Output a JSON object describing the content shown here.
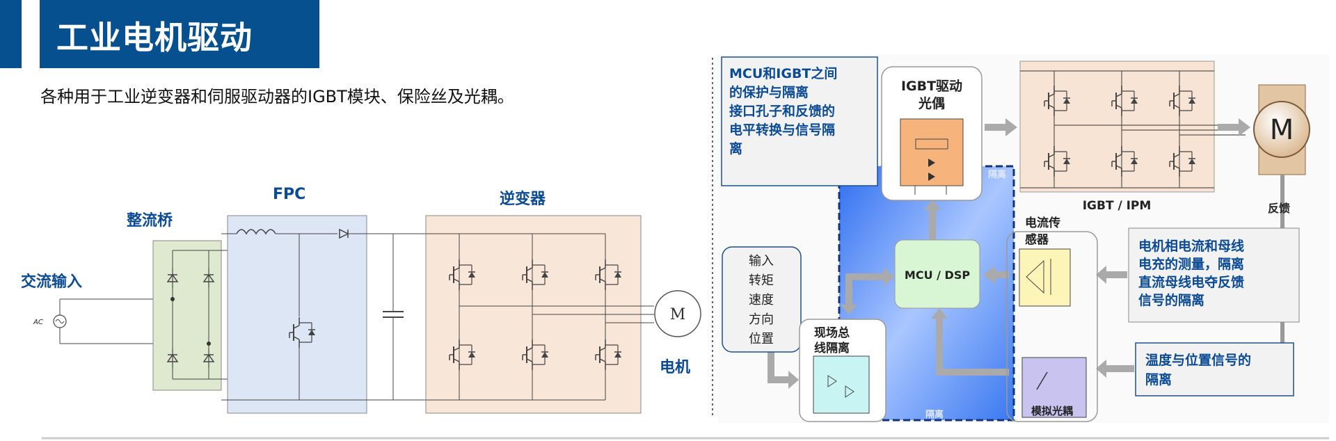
{
  "header": {
    "title": "工业电机驱动"
  },
  "subtitle": "各种用于工业逆变器和伺服驱动器的IGBT模块、保险丝及光耦。",
  "left_diagram": {
    "ac_input": "交流输入",
    "ac_symbol": "AC",
    "rectifier": "整流桥",
    "fpc": "FPC",
    "inverter": "逆变器",
    "motor": "电机",
    "motor_symbol": "M"
  },
  "right_diagram": {
    "note_mcu_igbt": [
      "MCU和IGBT之间",
      "的保护与隔离",
      "接口孔子和反馈的",
      "电平转换与信号隔",
      "离"
    ],
    "igbt_driver": [
      "IGBT驱动",
      "光偶"
    ],
    "igbt_ipm": "IGBT / IPM",
    "motor_symbol": "M",
    "feedback": "反馈",
    "mcu_dsp": "MCU / DSP",
    "current_sensor": [
      "电流传",
      "感器"
    ],
    "note_current": [
      "电机相电流和母线",
      "电充的测量，隔离",
      "直流母线电夺反馈",
      "信号的隔离"
    ],
    "note_temp": [
      "温度与位置信号的",
      "隔离"
    ],
    "inputs": [
      "输入",
      "转矩",
      "速度",
      "方向",
      "位置"
    ],
    "fieldbus": [
      "现场总",
      "线隔离"
    ],
    "analog_opto": "模拟光耦",
    "isolation": "隔离"
  },
  "colors": {
    "brand": "#07508f",
    "label": "#0b4a94",
    "isolation_region": "#3a78f0"
  }
}
